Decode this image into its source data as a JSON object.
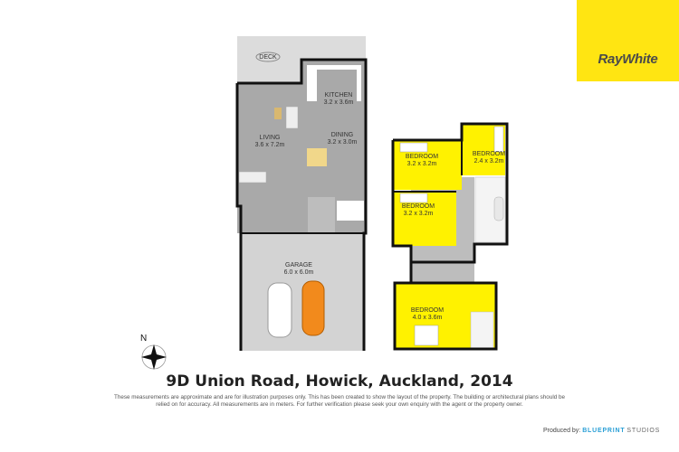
{
  "brand": {
    "name": "RayWhite",
    "color": "#ffe512"
  },
  "floorplan": {
    "ground_floor": {
      "rooms": [
        {
          "name": "DECK",
          "dims": ""
        },
        {
          "name": "KITCHEN",
          "dims": "3.2 x 3.6m"
        },
        {
          "name": "LIVING",
          "dims": "3.6 x 7.2m"
        },
        {
          "name": "DINING",
          "dims": "3.2 x 3.0m"
        },
        {
          "name": "GARAGE",
          "dims": "6.0 x 6.0m"
        }
      ]
    },
    "upper_floor": {
      "rooms": [
        {
          "name": "BEDROOM",
          "dims": "3.2 x 3.2m"
        },
        {
          "name": "BEDROOM",
          "dims": "2.4 x 3.2m"
        },
        {
          "name": "BEDROOM",
          "dims": "3.2 x 3.2m"
        },
        {
          "name": "BEDROOM",
          "dims": "4.0 x 3.6m"
        }
      ]
    },
    "compass": {
      "label": "N"
    },
    "colors": {
      "ground": "#a9a9a9",
      "garage": "#d3d3d3",
      "bedroom": "#fff200",
      "wall": "#111111",
      "deck": "#dcdcdc"
    }
  },
  "address": "9D Union Road, Howick, Auckland, 2014",
  "disclaimer": "These measurements are approximate and are for illustration purposes only. This has been created to show the layout of the property. The building or architectural plans should be relied on for accuracy. All measurements are in meters. For further verification please seek your own enquiry with the agent or the property owner.",
  "credit": {
    "prefix": "Produced by:",
    "blueprint": "BLUEPRINT",
    "studios": "STUDIOS"
  }
}
